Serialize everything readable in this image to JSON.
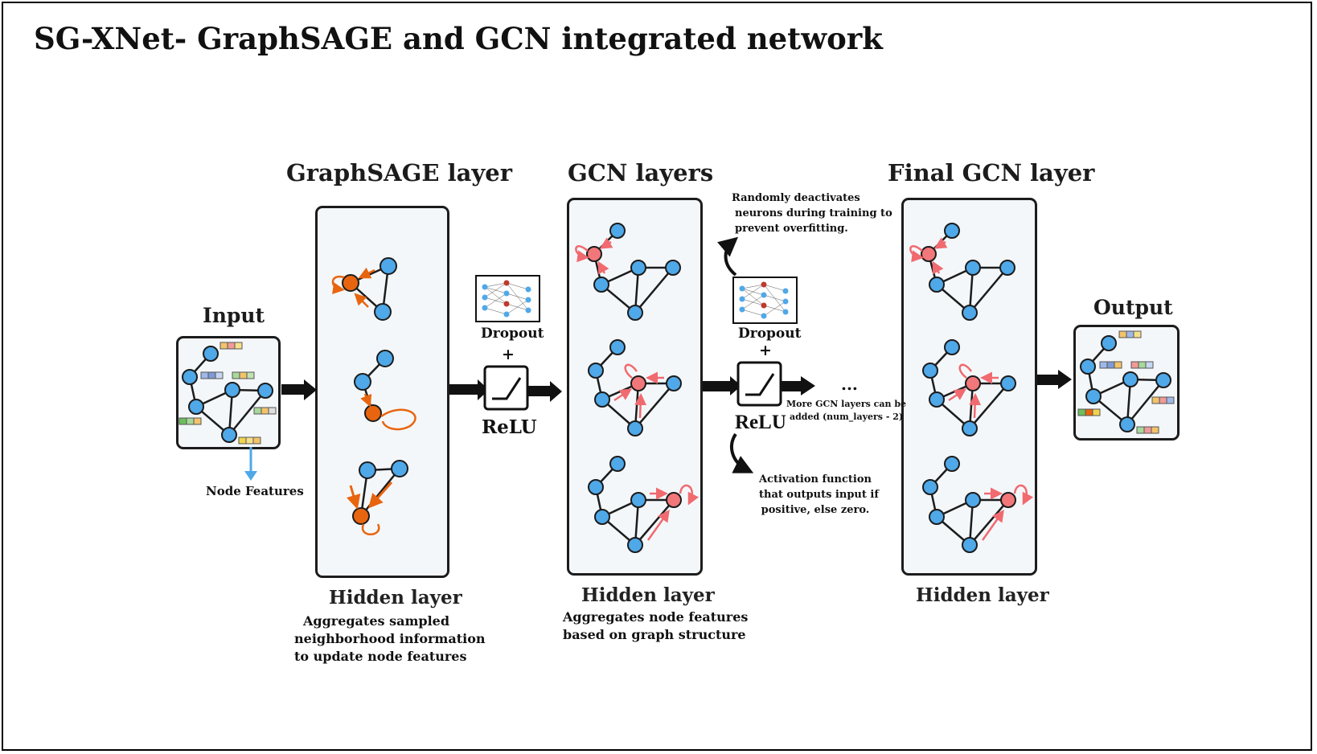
{
  "title": "SG-XNet- GraphSAGE and GCN integrated network",
  "sections": {
    "input": "Input",
    "graphsage": "GraphSAGE layer",
    "gcn": "GCN layers",
    "final_gcn": "Final GCN layer",
    "output": "Output"
  },
  "labels": {
    "node_features": "Node Features",
    "hidden_graphsage": "Hidden layer",
    "hidden_gcn": "Hidden layer",
    "hidden_final": "Hidden layer",
    "dropout_1": "Dropout",
    "plus_1": "+",
    "relu_1": "ReLU",
    "dropout_2": "Dropout",
    "plus_2": "+",
    "relu_2": "ReLU",
    "ellipsis": "..."
  },
  "descriptions": {
    "graphsage": [
      "Aggregates sampled",
      "neighborhood information",
      "to update node features"
    ],
    "gcn": [
      "Aggregates node features",
      "based on graph structure"
    ],
    "dropout_note": [
      "Randomly deactivates",
      "neurons during training to",
      "prevent overfitting."
    ],
    "relu_note": [
      "Activation function",
      "that outputs  input if",
      "positive, else zero."
    ],
    "more_layers": [
      "More GCN layers can be",
      "added (num_layers - 2)"
    ]
  },
  "colors": {
    "node_blue": "#4fa8e8",
    "node_orange": "#e8650f",
    "node_red": "#f2777a",
    "arrow_pink": "#f06a6f",
    "panel_bg": "#f4f7fa",
    "stroke": "#1c1c1c"
  }
}
